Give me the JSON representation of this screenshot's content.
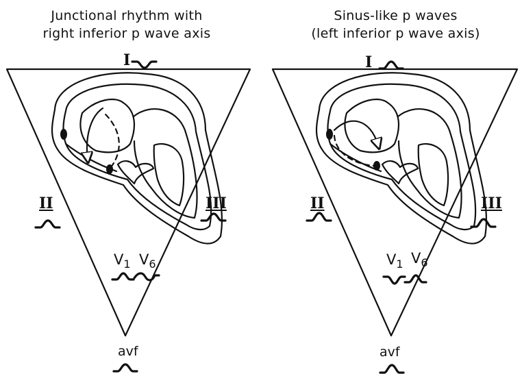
{
  "left_panel": {
    "title_line1": "Junctional rhythm with",
    "title_line2": "right inferior p wave axis",
    "lead_I": "I",
    "lead_II": "II",
    "lead_III": "III",
    "lead_V1": "V",
    "lead_V1_sub": "1",
    "lead_V6": "V",
    "lead_V6_sub": "6",
    "lead_avf": "avf"
  },
  "right_panel": {
    "title_line1": "Sinus-like p waves",
    "title_line2": "(left inferior p wave axis)",
    "lead_I": "I",
    "lead_II": "II",
    "lead_III": "III",
    "lead_V1": "V",
    "lead_V1_sub": "1",
    "lead_V6": "V",
    "lead_V6_sub": "6",
    "lead_avf": "avf"
  }
}
